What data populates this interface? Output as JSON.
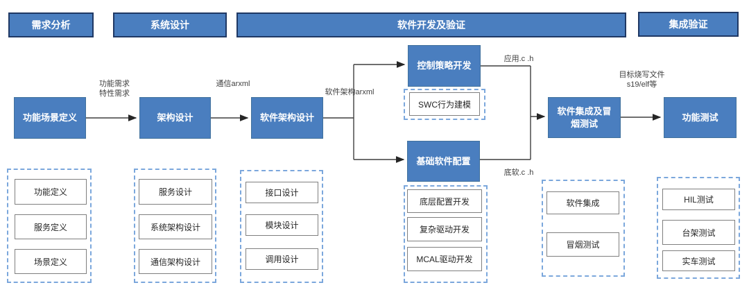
{
  "colors": {
    "node_fill": "#4a7ebf",
    "phase_border": "#1f3864",
    "node_border": "#41719c",
    "dashed_border": "#7ba7dc",
    "item_border": "#7f7f7f",
    "line": "#3f3f3f"
  },
  "phases": [
    {
      "label": "需求分析"
    },
    {
      "label": "系统设计"
    },
    {
      "label": "软件开发及验证"
    },
    {
      "label": "集成验证"
    }
  ],
  "nodes": {
    "functional_scenario": "功能场景定义",
    "architecture": "架构设计",
    "software_architecture": "软件架构设计",
    "control_strategy": "控制策略开发",
    "swc_modeling": "SWC行为建模",
    "basic_software": "基础软件配置",
    "integration_smoke": "软件集成及冒烟测试",
    "functional_test": "功能测试"
  },
  "edge_labels": {
    "requirements": [
      "功能需求",
      "特性需求"
    ],
    "comm_arxml": "通信arxml",
    "software_arch_arxml": "软件架构arxml",
    "app_ch": "应用.c .h",
    "bsw_ch": "底软.c .h",
    "flash_file": [
      "目标烧写文件",
      "s19/elf等"
    ]
  },
  "groups": [
    {
      "items": [
        "功能定义",
        "服务定义",
        "场景定义"
      ]
    },
    {
      "items": [
        "服务设计",
        "系统架构设计",
        "通信架构设计"
      ]
    },
    {
      "items": [
        "接口设计",
        "模块设计",
        "调用设计"
      ]
    },
    {
      "items": [
        "底层配置开发",
        "复杂驱动开发",
        "MCAL驱动开发"
      ]
    },
    {
      "items": [
        "软件集成",
        "冒烟测试"
      ]
    },
    {
      "items": [
        "HIL测试",
        "台架测试",
        "实车测试"
      ]
    }
  ]
}
